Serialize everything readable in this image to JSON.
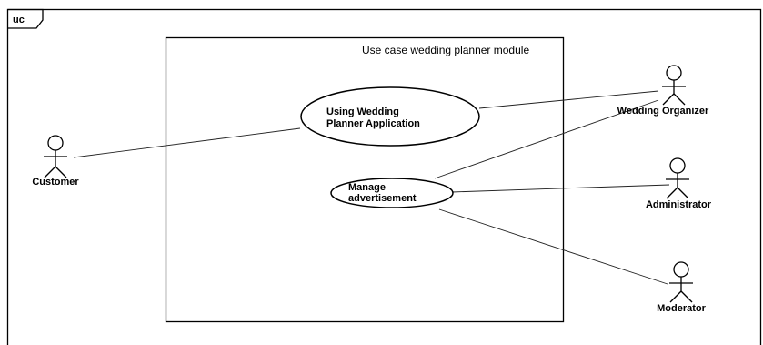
{
  "diagram": {
    "frame_label": "uc",
    "boundary_label": "Use case wedding planner module",
    "use_cases": [
      {
        "id": "uc-using-app",
        "lines": [
          "Using Wedding",
          "Planner Application"
        ]
      },
      {
        "id": "uc-manage-ads",
        "lines": [
          "Manage",
          "advertisement"
        ]
      }
    ],
    "actors": [
      {
        "id": "customer",
        "label": "Customer"
      },
      {
        "id": "wedding-organizer",
        "label": "Wedding Organizer"
      },
      {
        "id": "administrator",
        "label": "Administrator"
      },
      {
        "id": "moderator",
        "label": "Moderator"
      }
    ]
  }
}
